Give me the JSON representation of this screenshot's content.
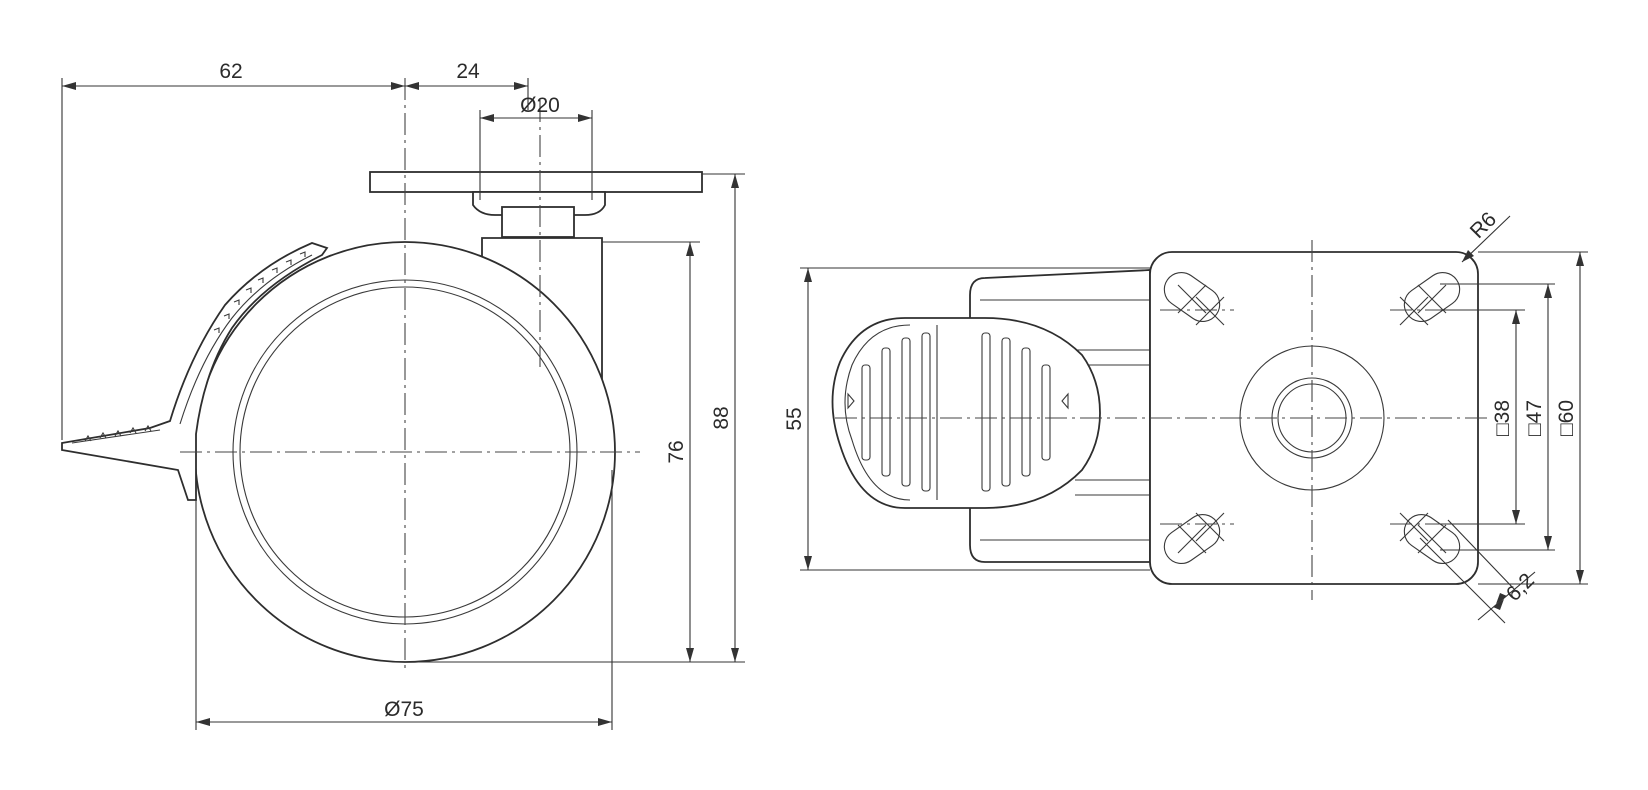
{
  "drawing": {
    "side_view": {
      "offset_to_axis": "62",
      "swivel_offset": "24",
      "stem_diameter": "Ø20",
      "wheel_diameter": "Ø75",
      "wheel_height": "76",
      "total_height": "88"
    },
    "plan_view": {
      "body_width": "55",
      "corner_radius": "R6",
      "hole_spacing_small": "□38",
      "hole_spacing_large": "□47",
      "plate_size": "□60",
      "slot_width": "6,2"
    }
  }
}
